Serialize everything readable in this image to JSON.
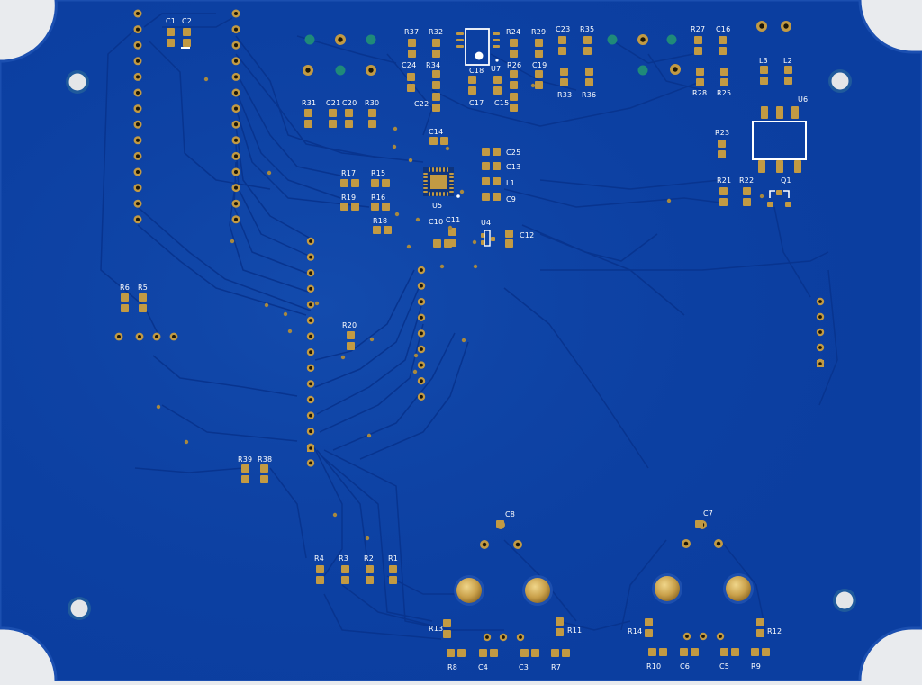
{
  "board": {
    "colors": {
      "background": "#e9ebee",
      "solder_mask": "#0b3ea0",
      "solder_mask_dark": "#072f86",
      "trace": "#08348f",
      "pad_gold": "#c29a43",
      "pad_hole": "#1a1608",
      "silkscreen": "#ffffff"
    },
    "labels": {
      "C1": "C1",
      "C2": "C2",
      "R37": "R37",
      "R32": "R32",
      "R24": "R24",
      "R29": "R29",
      "C23": "C23",
      "R35": "R35",
      "R27": "R27",
      "C16": "C16",
      "C24": "C24",
      "R34": "R34",
      "C18": "C18",
      "U7": "U7",
      "R26": "R26",
      "C19": "C19",
      "R33": "R33",
      "R36": "R36",
      "R28": "R28",
      "R25": "R25",
      "L3": "L3",
      "L2": "L2",
      "U6": "U6",
      "R31": "R31",
      "C21": "C21",
      "C20": "C20",
      "R30": "R30",
      "C22": "C22",
      "C17": "C17",
      "C15": "C15",
      "C14": "C14",
      "C25": "C25",
      "C13": "C13",
      "L1": "L1",
      "C9": "C9",
      "R17": "R17",
      "R15": "R15",
      "R19": "R19",
      "R16": "R16",
      "R18": "R18",
      "U5": "U5",
      "C10": "C10",
      "C11": "C11",
      "U4": "U4",
      "C12": "C12",
      "R23": "R23",
      "R21": "R21",
      "R22": "R22",
      "Q1": "Q1",
      "R6": "R6",
      "R5": "R5",
      "R20": "R20",
      "R39": "R39",
      "R38": "R38",
      "C8": "C8",
      "C7": "C7",
      "R4": "R4",
      "R3": "R3",
      "R2": "R2",
      "R1": "R1",
      "R13": "R13",
      "R11": "R11",
      "R14": "R14",
      "R12": "R12",
      "R8": "R8",
      "C4": "C4",
      "C3": "C3",
      "R7": "R7",
      "R10": "R10",
      "C6": "C6",
      "C5": "C5",
      "R9": "R9"
    }
  }
}
